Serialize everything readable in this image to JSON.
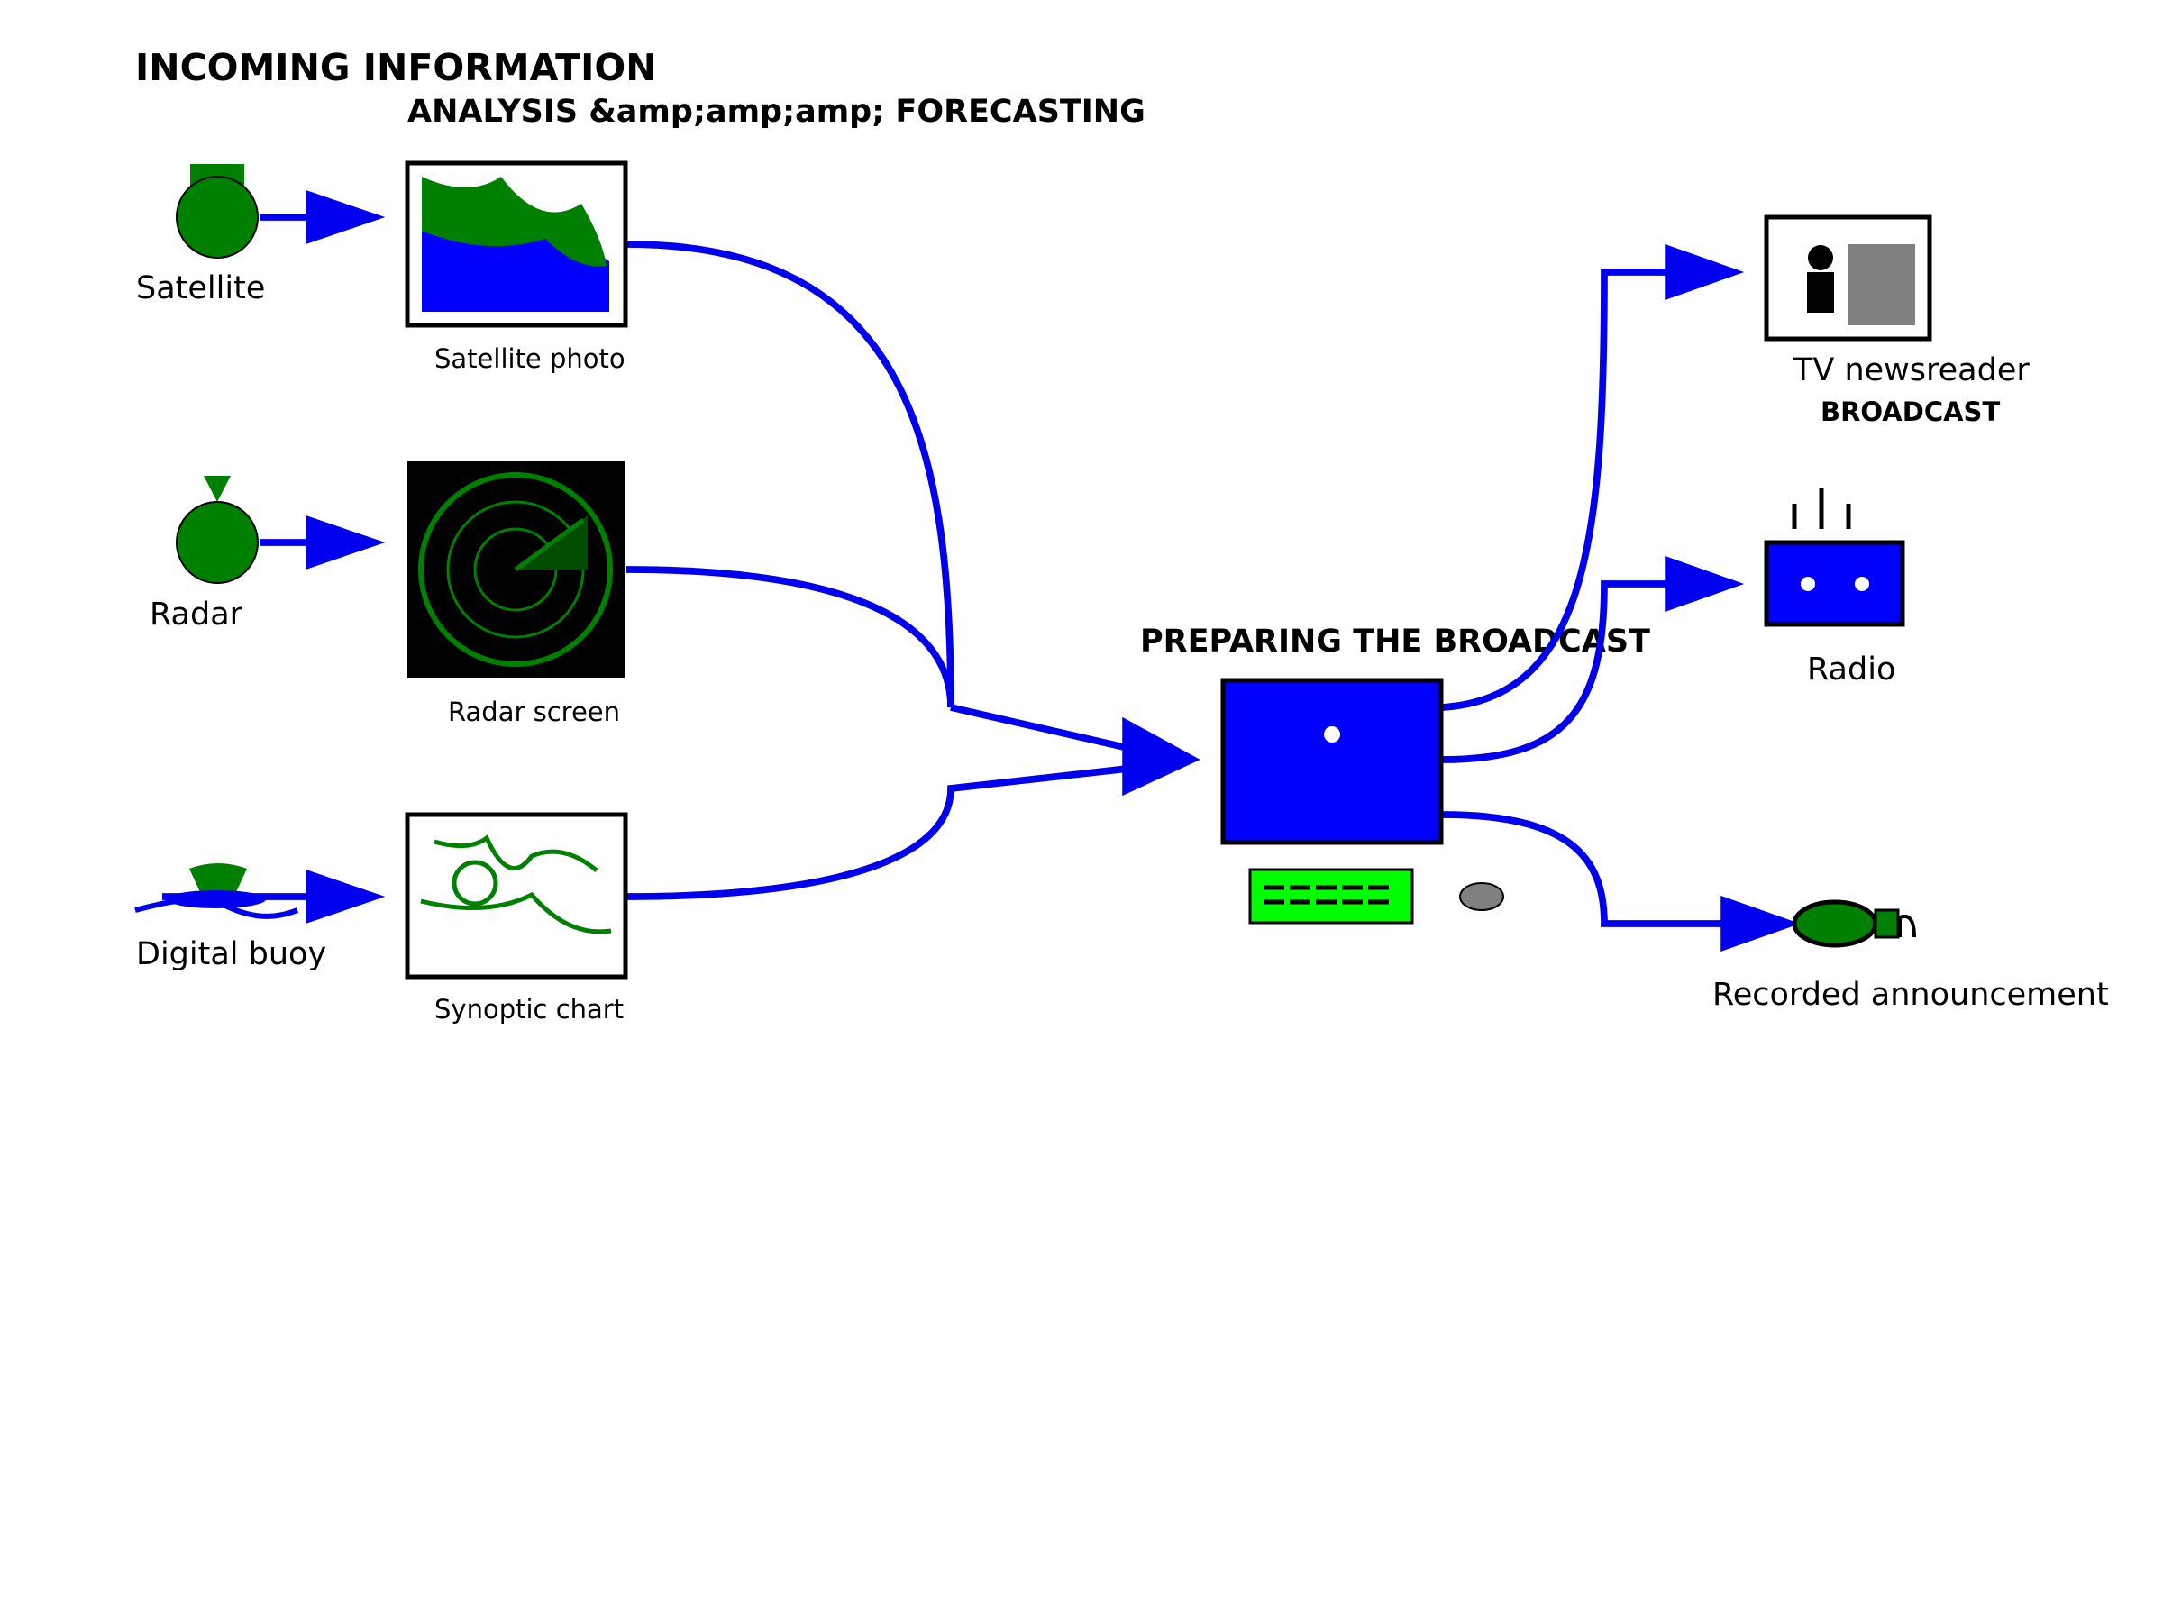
{
  "sections": {
    "incoming": "INCOMING INFORMATION",
    "analysis": "ANALYSIS &amp;amp;amp; FORECASTING",
    "preparing": "PREPARING THE BROADCAST",
    "broadcast": "BROADCAST"
  },
  "sources": {
    "satellite": "Satellite",
    "radar": "Radar",
    "buoy": "Digital buoy"
  },
  "products": {
    "satellite_photo": "Satellite photo",
    "radar_screen": "Radar screen",
    "synoptic_chart": "Synoptic chart"
  },
  "outputs": {
    "tv": "TV newsreader",
    "radio": "Radio",
    "recorded": "Recorded announcement"
  },
  "colors": {
    "arrow": "#0000ee",
    "green": "#008000",
    "bright_green": "#00ff00",
    "blue": "#0000ff",
    "gray": "#808080",
    "black": "#000000"
  },
  "icons": [
    "satellite-icon",
    "radar-dish-icon",
    "buoy-icon",
    "satellite-photo-icon",
    "radar-screen-icon",
    "synoptic-chart-icon",
    "computer-monitor-icon",
    "keyboard-icon",
    "mouse-icon",
    "tv-icon",
    "radio-icon",
    "microphone-icon"
  ]
}
